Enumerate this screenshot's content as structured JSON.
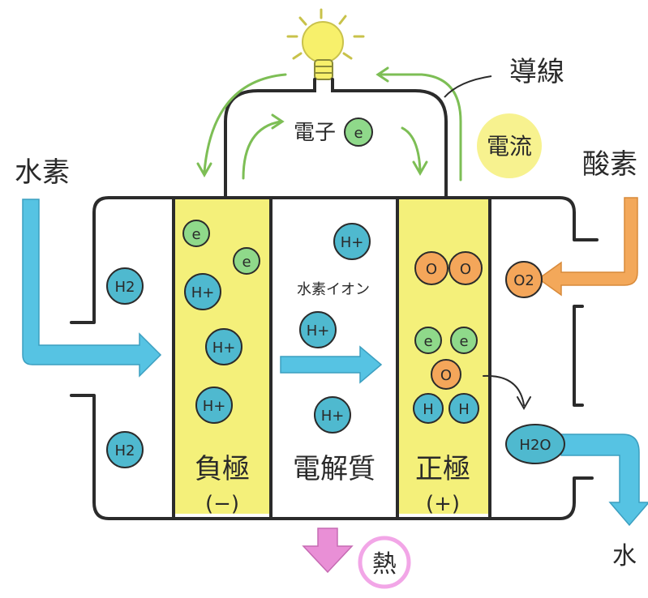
{
  "labels": {
    "wire": "導線",
    "electron": "電子",
    "current": "電流",
    "hydrogen": "水素",
    "oxygen": "酸素",
    "hydrogen_ion": "水素イオン",
    "anode": "負極",
    "anode_sign": "(−)",
    "electrolyte": "電解質",
    "cathode": "正極",
    "cathode_sign": "(+)",
    "heat": "熱",
    "water": "水"
  },
  "particles": {
    "electron": "e",
    "hydrogen_ion": "H+",
    "h2": "H2",
    "o2": "O2",
    "o": "O",
    "h": "H",
    "water": "H2O"
  },
  "colors": {
    "electrode": "#f4f07a",
    "electron": "#8fd98a",
    "ion": "#4fb9cf",
    "oxygen": "#f4a65a",
    "flow_arrow": "#56c3e3",
    "oxygen_arrow": "#f3a85a",
    "heat": "#e98fd6",
    "heat_ring": "#f2a6e7",
    "current_glow": "#f6f07b",
    "wire": "#2b2b2b",
    "green_arrow": "#7dbe55",
    "bulb": "#f7f06b"
  }
}
